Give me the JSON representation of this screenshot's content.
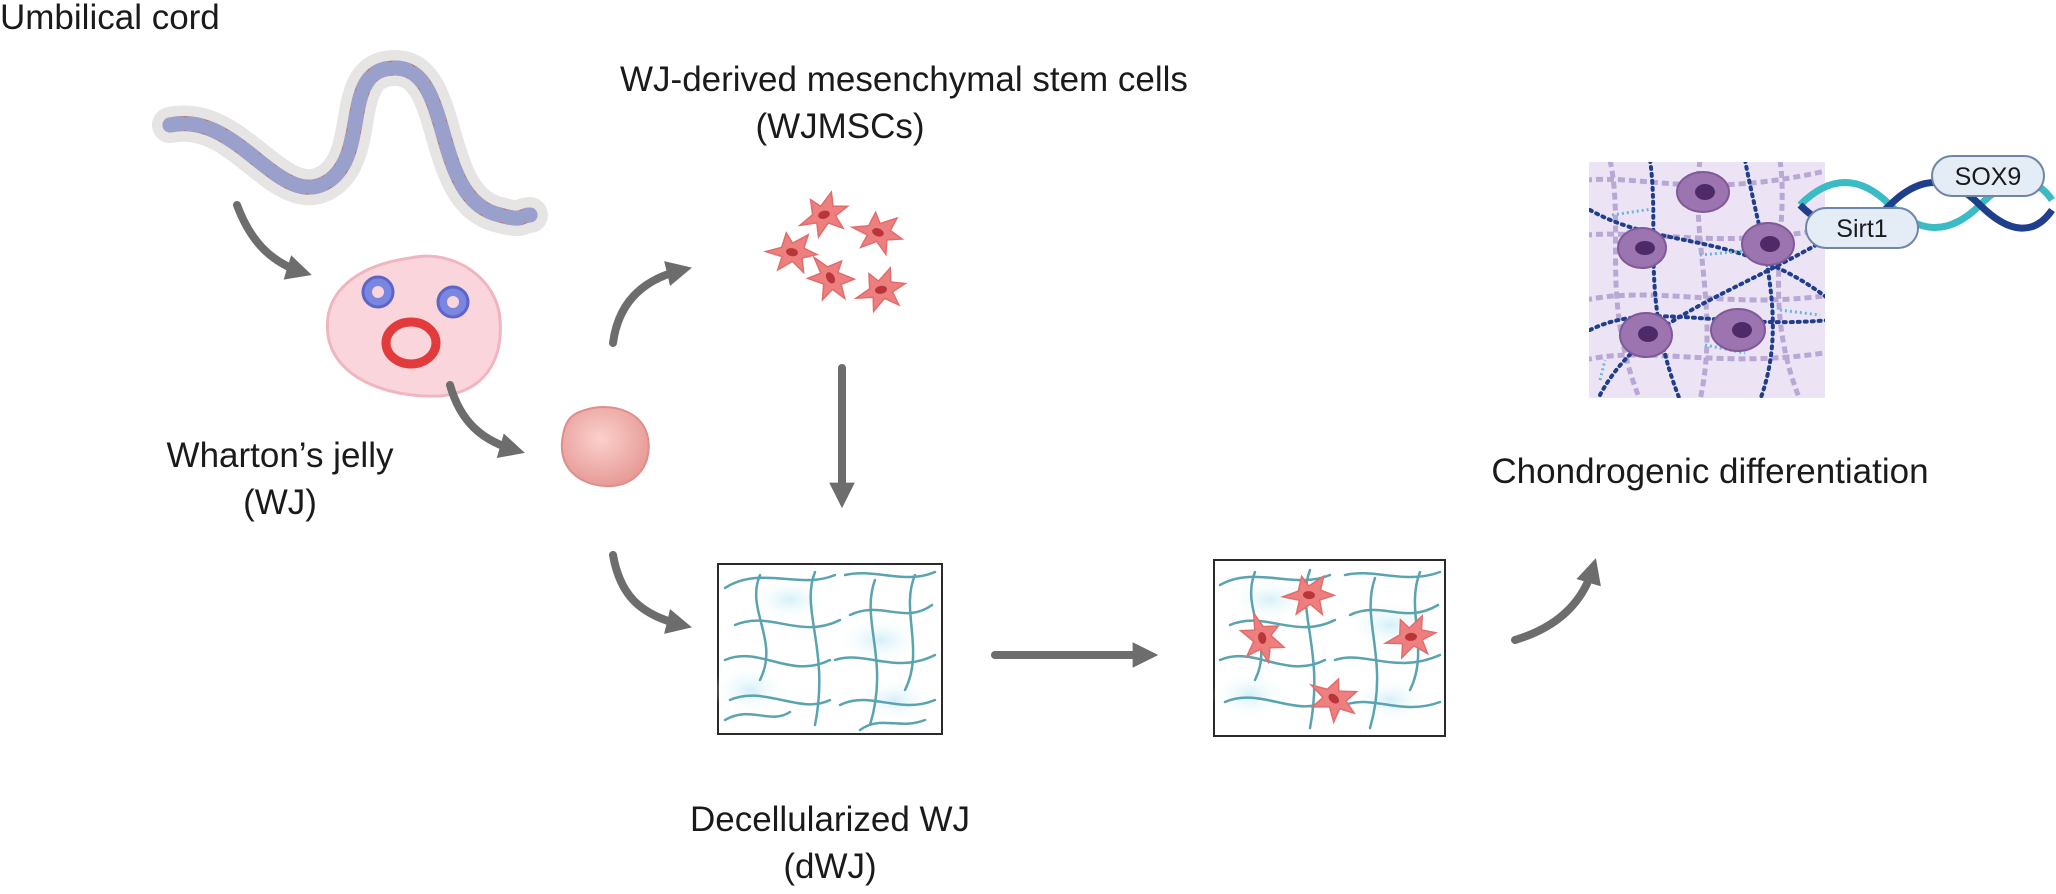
{
  "labels": {
    "umbilical_cord": "Umbilical cord",
    "wharton_jelly": "Wharton’s jelly",
    "wharton_jelly_abbr": "(WJ)",
    "wjmsc_title": "WJ-derived mesenchymal stem cells",
    "wjmsc_abbr": "(WJMSCs)",
    "decell_title": "Decellularized WJ",
    "decell_abbr": "(dWJ)",
    "chondro": "Chondrogenic differentiation"
  },
  "genes": {
    "sox9": "SOX9",
    "sirt1": "Sirt1"
  },
  "colors": {
    "arrow": "#6d6d6d",
    "cord_red": "#b9786e",
    "cord_purple": "#9aa0cc",
    "jelly_fill": "#fbd5dc",
    "vessel_blue": "#7a86e0",
    "vessel_red": "#e23b3b",
    "msc": "#ee7f7f",
    "fiber": "#5aa3b0",
    "cartilage_bg": "#ece4f4",
    "chondrocyte": "#9b74b0",
    "dna_dark": "#1f3e8c",
    "dna_teal": "#3bbcc4"
  },
  "icons": [
    "umbilical-cord-icon",
    "wharton-jelly-icon",
    "tissue-piece-icon",
    "msc-cluster-icon",
    "scaffold-icon",
    "seeded-scaffold-icon",
    "cartilage-icon",
    "dna-icon"
  ]
}
